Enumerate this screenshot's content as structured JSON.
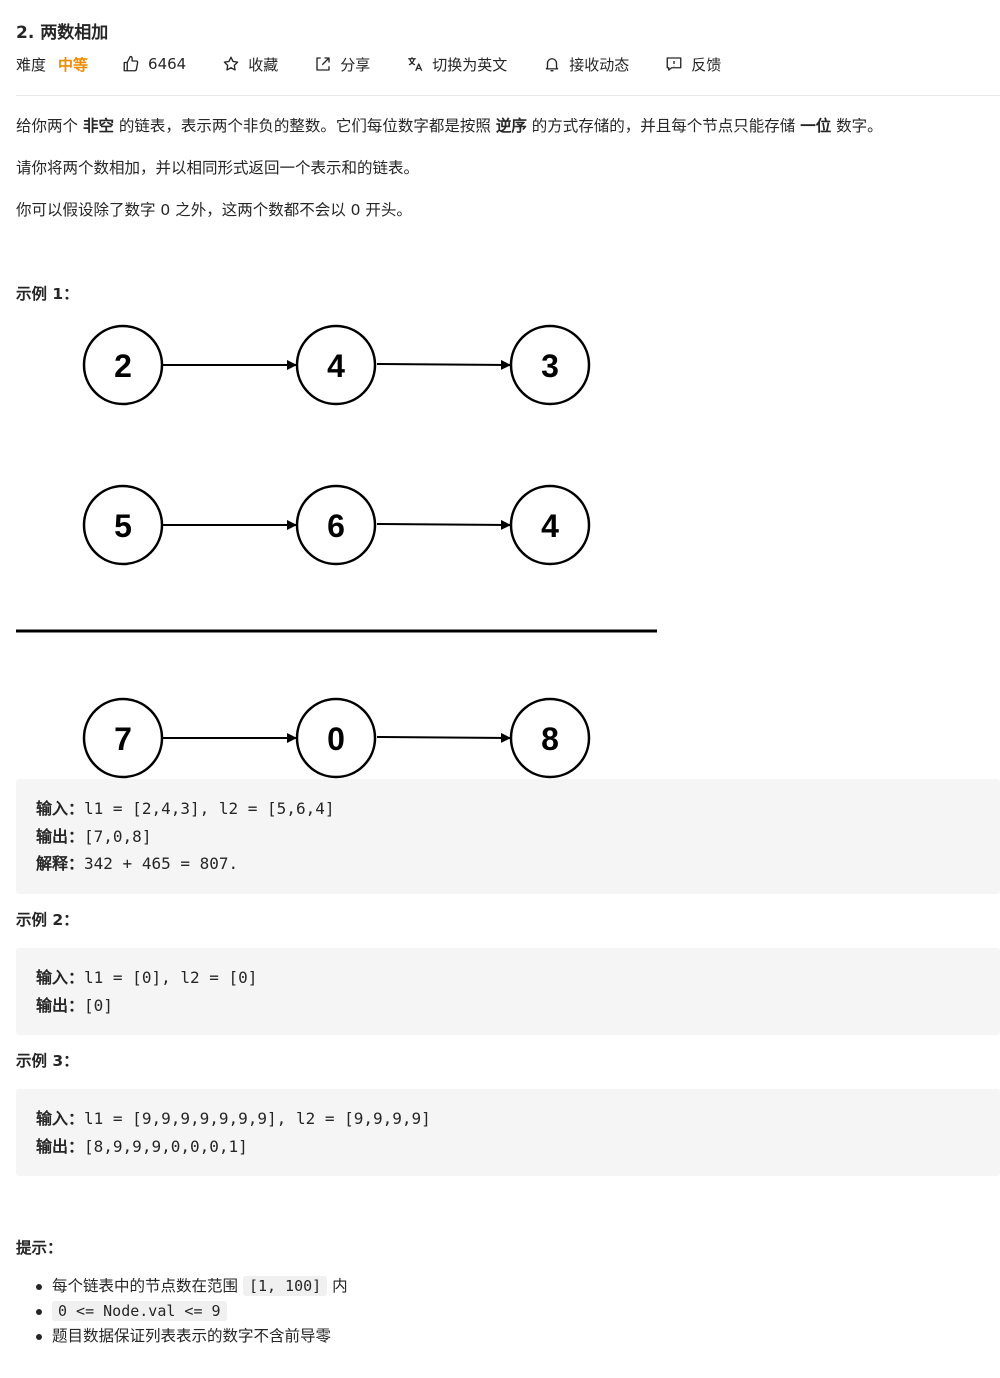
{
  "problem": {
    "title": "2. 两数相加",
    "difficulty_label": "难度",
    "difficulty": "中等",
    "likes": "6464",
    "favorite": "收藏",
    "share": "分享",
    "switch_lang": "切换为英文",
    "subscribe": "接收动态",
    "feedback": "反馈"
  },
  "description": {
    "p1": [
      "给你两个 ",
      "非空",
      " 的链表，表示两个非负的整数。它们每位数字都是按照 ",
      "逆序",
      " 的方式存储的，并且每个节点只能存储 ",
      "一位",
      " 数字。"
    ],
    "p2": "请你将两个数相加，并以相同形式返回一个表示和的链表。",
    "p3": "你可以假设除了数字 0 之外，这两个数都不会以 0 开头。"
  },
  "diagram": {
    "row1": [
      "2",
      "4",
      "3"
    ],
    "row2": [
      "5",
      "6",
      "4"
    ],
    "row3": [
      "7",
      "0",
      "8"
    ]
  },
  "examples": [
    {
      "heading": "示例 1：",
      "lines": [
        {
          "label": "输入：",
          "text": "l1 = [2,4,3], l2 = [5,6,4]"
        },
        {
          "label": "输出：",
          "text": "[7,0,8]"
        },
        {
          "label": "解释：",
          "text": "342 + 465 = 807."
        }
      ]
    },
    {
      "heading": "示例 2：",
      "lines": [
        {
          "label": "输入：",
          "text": "l1 = [0], l2 = [0]"
        },
        {
          "label": "输出：",
          "text": "[0]"
        }
      ]
    },
    {
      "heading": "示例 3：",
      "lines": [
        {
          "label": "输入：",
          "text": "l1 = [9,9,9,9,9,9,9], l2 = [9,9,9,9]"
        },
        {
          "label": "输出：",
          "text": "[8,9,9,9,0,0,0,1]"
        }
      ]
    }
  ],
  "hints": {
    "heading": "提示：",
    "h1_pre": "每个链表中的节点数在范围 ",
    "h1_code": "[1, 100]",
    "h1_post": " 内",
    "h2_code": "0 <= Node.val <= 9",
    "h3": "题目数据保证列表表示的数字不含前导零"
  },
  "colors": {
    "difficulty_medium": "#ef8b00",
    "code_background": "#f5f5f5"
  }
}
